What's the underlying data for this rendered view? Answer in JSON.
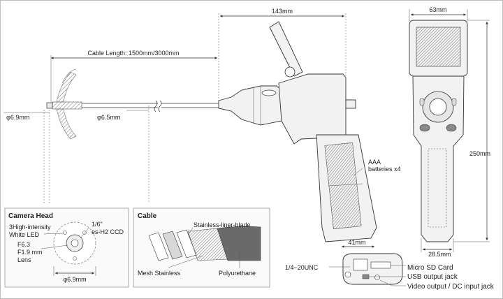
{
  "dimensions": {
    "length_top": "143mm",
    "width_top": "63mm",
    "height_side": "250mm",
    "cable_length": "Cable Length: 1500mm/3000mm",
    "probe_diameter": "φ6.9mm",
    "cable_diameter": "φ6.5mm",
    "grip_width": "41mm",
    "front_grip_width": "28.5mm"
  },
  "labels": {
    "batteries": [
      "AAA",
      "batteries x4"
    ],
    "tripod": "1/4−20UNC",
    "micro_sd": "Micro SD Card",
    "usb": "USB output jack",
    "video": "Video output / DC input jack"
  },
  "camera_head": {
    "title": "Camera Head",
    "led": [
      "3High-intensity",
      "White LED"
    ],
    "ccd": [
      "1/6\"",
      "es-H2 CCD"
    ],
    "lens": [
      "F6.3",
      "F1.9 mm",
      "Lens"
    ],
    "diameter": "φ6.9mm"
  },
  "cable": {
    "title": "Cable",
    "liner": "Stainless-liner-blade",
    "mesh": "Mesh Stainless",
    "jacket": "Polyurethane"
  }
}
